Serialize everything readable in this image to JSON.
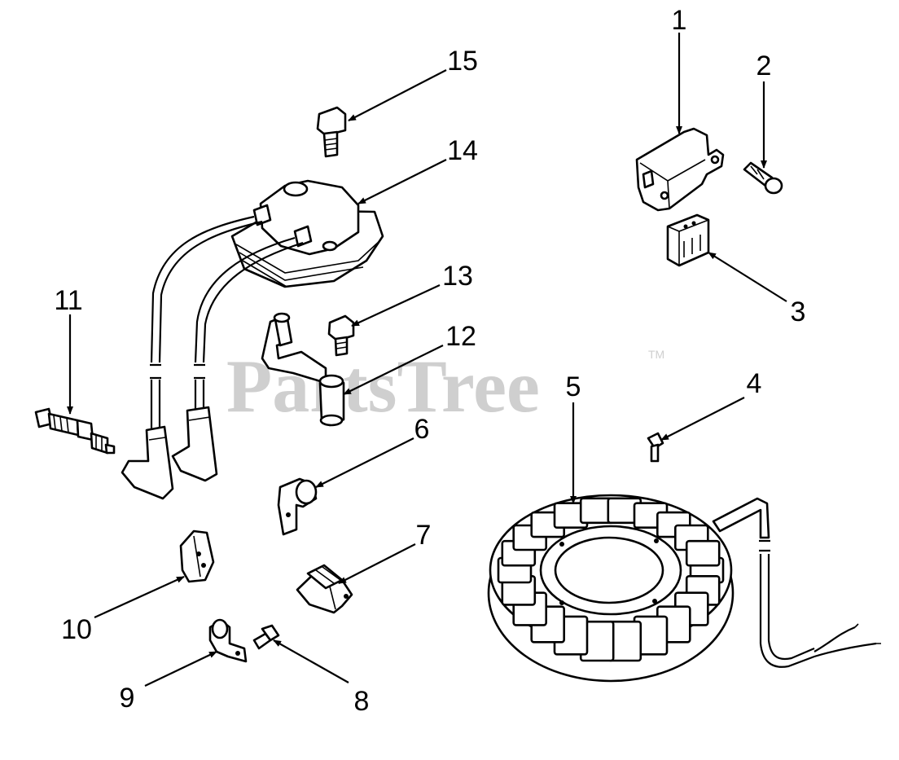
{
  "watermark": {
    "text": "PartsTree",
    "trademark": "TM"
  },
  "callouts": [
    {
      "id": "1",
      "label": "1"
    },
    {
      "id": "2",
      "label": "2"
    },
    {
      "id": "3",
      "label": "3"
    },
    {
      "id": "4",
      "label": "4"
    },
    {
      "id": "5",
      "label": "5"
    },
    {
      "id": "6",
      "label": "6"
    },
    {
      "id": "7",
      "label": "7"
    },
    {
      "id": "8",
      "label": "8"
    },
    {
      "id": "9",
      "label": "9"
    },
    {
      "id": "10",
      "label": "10"
    },
    {
      "id": "11",
      "label": "11"
    },
    {
      "id": "12",
      "label": "12"
    },
    {
      "id": "13",
      "label": "13"
    },
    {
      "id": "14",
      "label": "14"
    },
    {
      "id": "15",
      "label": "15"
    }
  ]
}
